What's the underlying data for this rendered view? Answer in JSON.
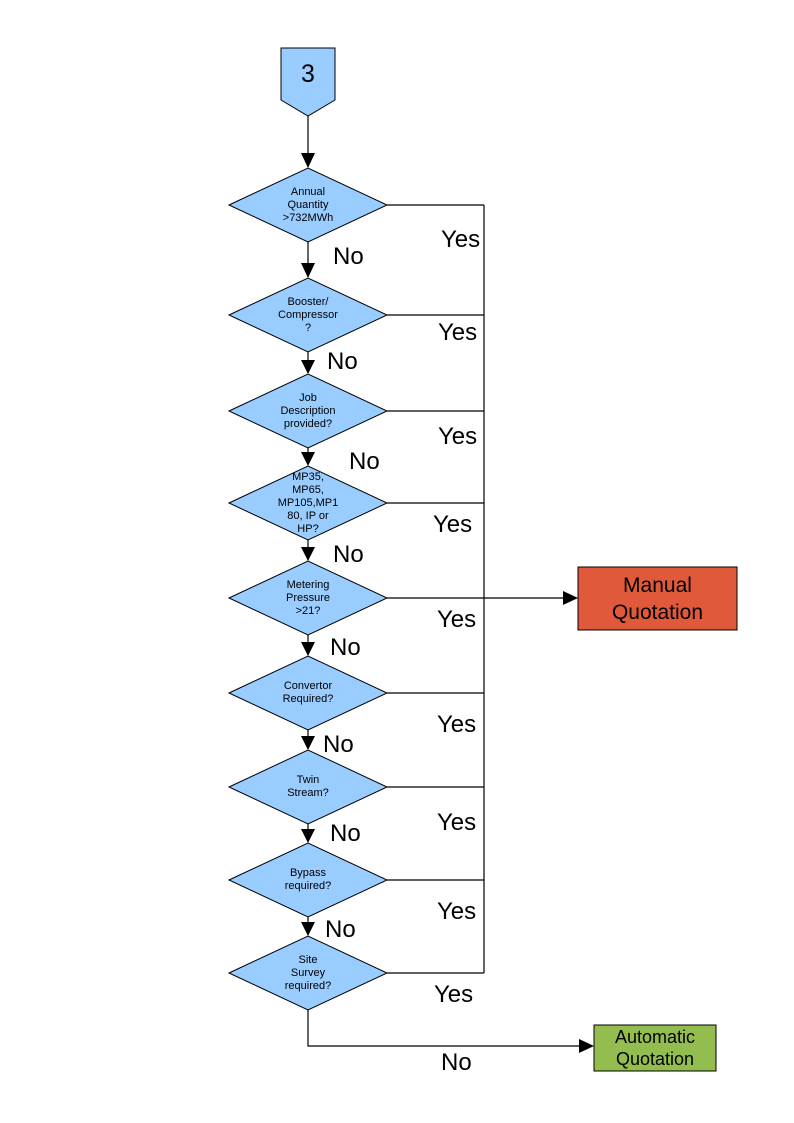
{
  "colors": {
    "decision_fill": "#99CCFF",
    "start_fill": "#99CCFF",
    "manual_fill": "#E0593B",
    "automatic_fill": "#93BE4F",
    "line": "#000000"
  },
  "flowchart": {
    "start": {
      "label": "3"
    },
    "decisions": [
      {
        "id": "annual-quantity",
        "lines": [
          "Annual",
          "Quantity",
          ">732MWh"
        ],
        "yes": "Yes",
        "no": "No"
      },
      {
        "id": "booster-compressor",
        "lines": [
          "Booster/",
          "Compressor",
          "?"
        ],
        "yes": "Yes",
        "no": "No"
      },
      {
        "id": "job-description",
        "lines": [
          "Job",
          "Description",
          "provided?"
        ],
        "yes": "Yes",
        "no": "No"
      },
      {
        "id": "meter-module",
        "lines": [
          "MP35,",
          "MP65,",
          "MP105,MP1",
          "80, IP or",
          "HP?"
        ],
        "yes": "Yes",
        "no": "No"
      },
      {
        "id": "metering-pressure",
        "lines": [
          "Metering",
          "Pressure",
          ">21?"
        ],
        "yes": "Yes",
        "no": "No"
      },
      {
        "id": "convertor",
        "lines": [
          "Convertor",
          "Required?"
        ],
        "yes": "Yes",
        "no": "No"
      },
      {
        "id": "twin-stream",
        "lines": [
          "Twin",
          "Stream?"
        ],
        "yes": "Yes",
        "no": "No"
      },
      {
        "id": "bypass",
        "lines": [
          "Bypass",
          "required?"
        ],
        "yes": "Yes",
        "no": "No"
      },
      {
        "id": "site-survey",
        "lines": [
          "Site",
          "Survey",
          "required?"
        ],
        "yes": "Yes",
        "no": "No"
      }
    ],
    "outcomes": {
      "manual": {
        "lines": [
          "Manual",
          "Quotation"
        ]
      },
      "automatic": {
        "lines": [
          "Automatic",
          "Quotation"
        ]
      }
    }
  }
}
